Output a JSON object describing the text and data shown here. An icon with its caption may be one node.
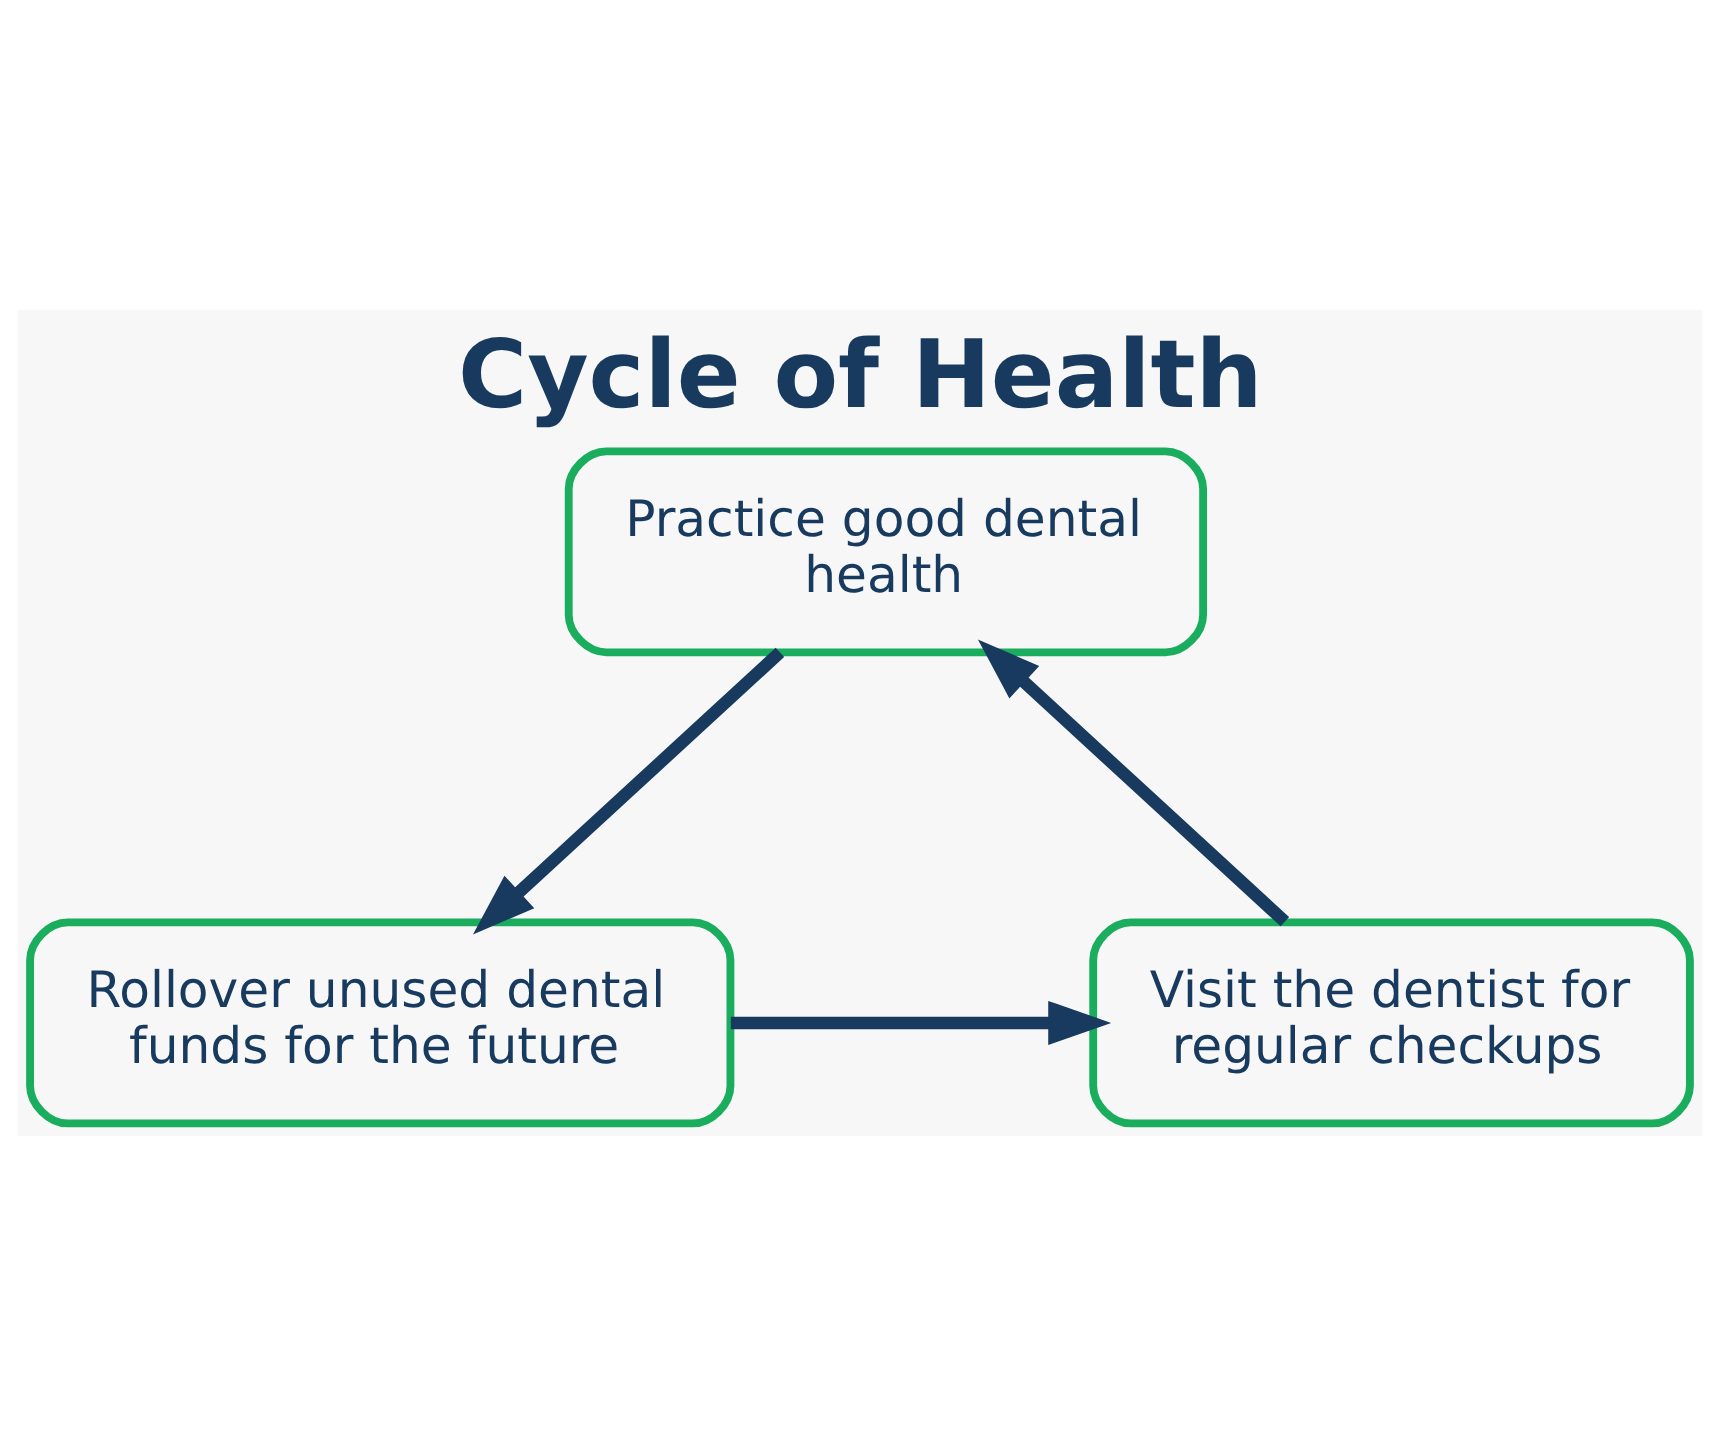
{
  "diagram": {
    "title": "Cycle of Health",
    "nodes": [
      {
        "text": [
          "Practice good dental health"
        ]
      },
      {
        "text": [
          "Rollover unused dental funds for the future"
        ]
      },
      {
        "text": [
          "Visit the dentist for regular checkups"
        ]
      }
    ],
    "edges": [
      {
        "from": 0,
        "to": 1,
        "arrow": "to"
      },
      {
        "from": 1,
        "to": 2,
        "arrow": "to"
      },
      {
        "from": 2,
        "to": 0,
        "arrow": "to"
      }
    ]
  }
}
